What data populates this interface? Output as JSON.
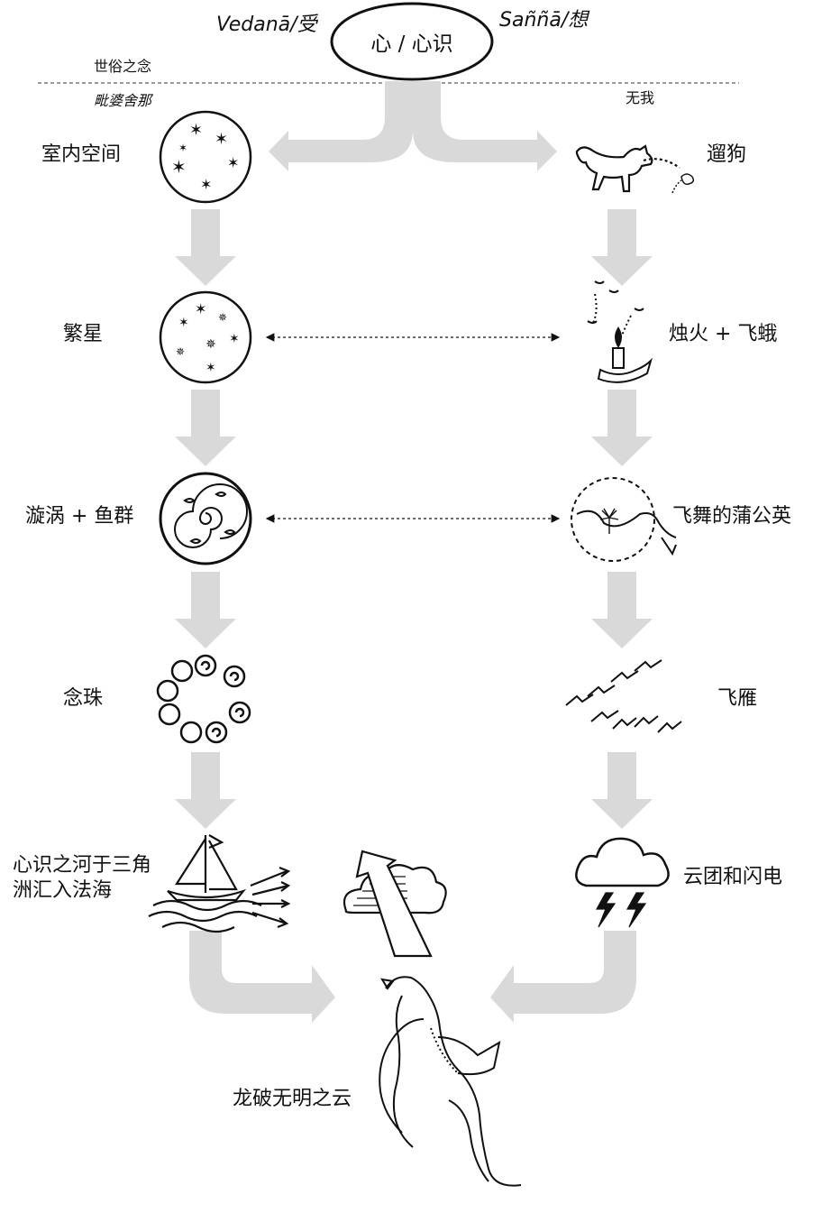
{
  "header": {
    "center": "心 / 心识",
    "left_top": "Vedanā/受",
    "right_top": "Saññā/想",
    "worldly_label": "世俗之念",
    "left_branch_label": "毗婆舍那",
    "right_branch_label": "无我"
  },
  "left_column": [
    {
      "label": "室内空间",
      "icon": "starry-circle-icon"
    },
    {
      "label": "繁星",
      "icon": "stars-cluster-icon"
    },
    {
      "label": "漩涡 + 鱼群",
      "icon": "swirl-fish-icon"
    },
    {
      "label": "念珠",
      "icon": "prayer-beads-icon"
    },
    {
      "label": "心识之河于三角洲汇入法海",
      "icon": "sailboat-waves-icon"
    }
  ],
  "right_column": [
    {
      "label": "遛狗",
      "icon": "dog-walking-icon"
    },
    {
      "label": "烛火 + 飞蛾",
      "icon": "candle-moth-icon"
    },
    {
      "label": "飞舞的蒲公英",
      "icon": "dandelion-icon"
    },
    {
      "label": "飞雁",
      "icon": "flying-geese-icon"
    },
    {
      "label": "云团和闪电",
      "icon": "cloud-lightning-icon"
    }
  ],
  "middle": {
    "icon": "arrow-cloud-icon"
  },
  "bottom": {
    "label": "龙破无明之云",
    "icon": "dragon-icon"
  },
  "colors": {
    "arrow": "#d9d9d9",
    "ink": "#111111",
    "background": "#ffffff"
  }
}
